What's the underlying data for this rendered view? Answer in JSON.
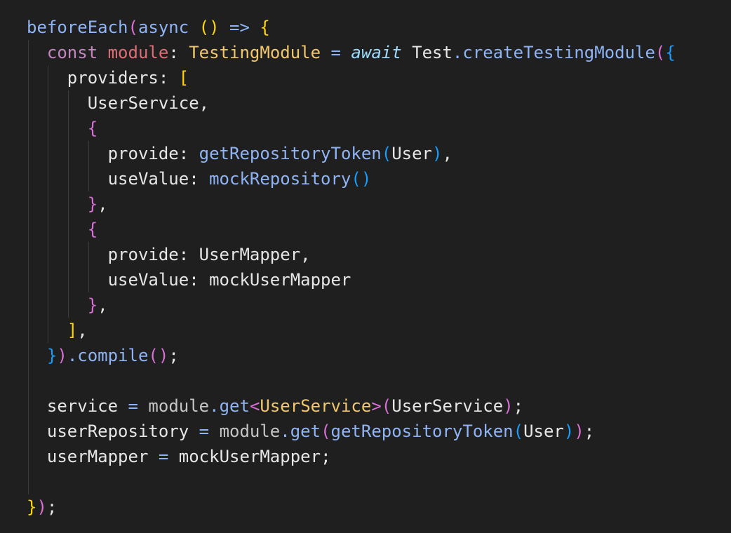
{
  "editor": {
    "lines": [
      {
        "indent": 0,
        "tokens": [
          {
            "t": "beforeEach",
            "c": "fnb"
          },
          {
            "t": "(",
            "c": "b2"
          },
          {
            "t": "async",
            "c": "fnb"
          },
          {
            "t": " ",
            "c": "op"
          },
          {
            "t": "()",
            "c": "b1"
          },
          {
            "t": " => ",
            "c": "fnb"
          },
          {
            "t": "{",
            "c": "b1"
          }
        ]
      },
      {
        "indent": 1,
        "tokens": [
          {
            "t": "const",
            "c": "const"
          },
          {
            "t": " ",
            "c": "op"
          },
          {
            "t": "module",
            "c": "modname"
          },
          {
            "t": ": ",
            "c": "prop"
          },
          {
            "t": "TestingModule",
            "c": "type"
          },
          {
            "t": " = ",
            "c": "fnb"
          },
          {
            "t": "await",
            "c": "await"
          },
          {
            "t": " Test",
            "c": "cls"
          },
          {
            "t": ".",
            "c": "fnb"
          },
          {
            "t": "createTestingModule",
            "c": "fnb"
          },
          {
            "t": "(",
            "c": "b2"
          },
          {
            "t": "{",
            "c": "b3"
          }
        ]
      },
      {
        "indent": 2,
        "tokens": [
          {
            "t": "providers",
            "c": "prop"
          },
          {
            "t": ": ",
            "c": "prop"
          },
          {
            "t": "[",
            "c": "b1"
          }
        ]
      },
      {
        "indent": 3,
        "tokens": [
          {
            "t": "UserService",
            "c": "cls"
          },
          {
            "t": ",",
            "c": "prop"
          }
        ]
      },
      {
        "indent": 3,
        "tokens": [
          {
            "t": "{",
            "c": "b2"
          }
        ]
      },
      {
        "indent": 4,
        "tokens": [
          {
            "t": "provide",
            "c": "prop"
          },
          {
            "t": ": ",
            "c": "prop"
          },
          {
            "t": "getRepositoryToken",
            "c": "fnb"
          },
          {
            "t": "(",
            "c": "b3"
          },
          {
            "t": "User",
            "c": "cls"
          },
          {
            "t": ")",
            "c": "b3"
          },
          {
            "t": ",",
            "c": "prop"
          }
        ]
      },
      {
        "indent": 4,
        "tokens": [
          {
            "t": "useValue",
            "c": "prop"
          },
          {
            "t": ": ",
            "c": "prop"
          },
          {
            "t": "mockRepository",
            "c": "fnb"
          },
          {
            "t": "()",
            "c": "b3"
          }
        ]
      },
      {
        "indent": 3,
        "tokens": [
          {
            "t": "}",
            "c": "b2"
          },
          {
            "t": ",",
            "c": "prop"
          }
        ]
      },
      {
        "indent": 3,
        "tokens": [
          {
            "t": "{",
            "c": "b2"
          }
        ]
      },
      {
        "indent": 4,
        "tokens": [
          {
            "t": "provide",
            "c": "prop"
          },
          {
            "t": ": ",
            "c": "prop"
          },
          {
            "t": "UserMapper",
            "c": "cls"
          },
          {
            "t": ",",
            "c": "prop"
          }
        ]
      },
      {
        "indent": 4,
        "tokens": [
          {
            "t": "useValue",
            "c": "prop"
          },
          {
            "t": ": ",
            "c": "prop"
          },
          {
            "t": "mockUserMapper",
            "c": "cls"
          }
        ]
      },
      {
        "indent": 3,
        "tokens": [
          {
            "t": "}",
            "c": "b2"
          },
          {
            "t": ",",
            "c": "prop"
          }
        ]
      },
      {
        "indent": 2,
        "tokens": [
          {
            "t": "]",
            "c": "b1"
          },
          {
            "t": ",",
            "c": "prop"
          }
        ]
      },
      {
        "indent": 1,
        "tokens": [
          {
            "t": "}",
            "c": "b3"
          },
          {
            "t": ")",
            "c": "b2"
          },
          {
            "t": ".",
            "c": "fnb"
          },
          {
            "t": "compile",
            "c": "fnb"
          },
          {
            "t": "()",
            "c": "b2"
          },
          {
            "t": ";",
            "c": "prop"
          }
        ]
      },
      {
        "indent": 1,
        "tokens": []
      },
      {
        "indent": 1,
        "tokens": [
          {
            "t": "service",
            "c": "prop"
          },
          {
            "t": " = ",
            "c": "fnb"
          },
          {
            "t": "module",
            "c": "mod"
          },
          {
            "t": ".",
            "c": "fnb"
          },
          {
            "t": "get",
            "c": "fnb"
          },
          {
            "t": "<",
            "c": "b2"
          },
          {
            "t": "UserService",
            "c": "type"
          },
          {
            "t": ">",
            "c": "b2"
          },
          {
            "t": "(",
            "c": "b2"
          },
          {
            "t": "UserService",
            "c": "cls"
          },
          {
            "t": ")",
            "c": "b2"
          },
          {
            "t": ";",
            "c": "prop"
          }
        ]
      },
      {
        "indent": 1,
        "tokens": [
          {
            "t": "userRepository",
            "c": "prop"
          },
          {
            "t": " = ",
            "c": "fnb"
          },
          {
            "t": "module",
            "c": "mod"
          },
          {
            "t": ".",
            "c": "fnb"
          },
          {
            "t": "get",
            "c": "fnb"
          },
          {
            "t": "(",
            "c": "b2"
          },
          {
            "t": "getRepositoryToken",
            "c": "fnb"
          },
          {
            "t": "(",
            "c": "b3"
          },
          {
            "t": "User",
            "c": "cls"
          },
          {
            "t": ")",
            "c": "b3"
          },
          {
            "t": ")",
            "c": "b2"
          },
          {
            "t": ";",
            "c": "prop"
          }
        ]
      },
      {
        "indent": 1,
        "tokens": [
          {
            "t": "userMapper",
            "c": "prop"
          },
          {
            "t": " = ",
            "c": "fnb"
          },
          {
            "t": "mockUserMapper",
            "c": "cls"
          },
          {
            "t": ";",
            "c": "prop"
          }
        ]
      },
      {
        "indent": 1,
        "tokens": []
      },
      {
        "indent": 0,
        "tokens": [
          {
            "t": "}",
            "c": "b1"
          },
          {
            "t": ")",
            "c": "b2"
          },
          {
            "t": ";",
            "c": "prop"
          }
        ]
      }
    ]
  }
}
